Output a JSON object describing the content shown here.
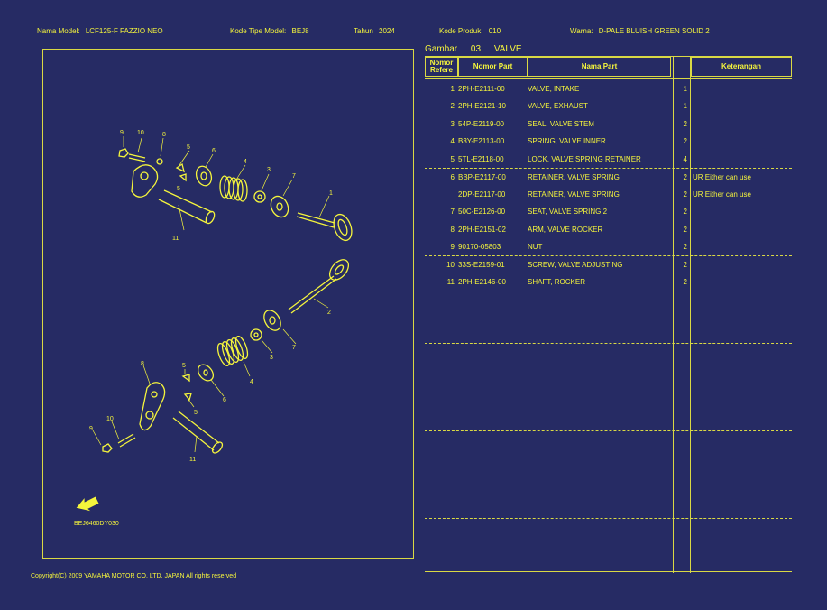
{
  "header": {
    "model_label": "Nama Model:",
    "model_value": "LCF125-F FAZZIO NEO",
    "type_label": "Kode Tipe Model:",
    "type_value": "BEJ8",
    "year_label": "Tahun",
    "year_value": "2024",
    "product_label": "Kode Produk:",
    "product_value": "010",
    "color_label": "Warna:",
    "color_value": "D-PALE BLUISH GREEN SOLID 2"
  },
  "diagram": {
    "figure_code": "BEJ6460DY030",
    "callouts": [
      "1",
      "2",
      "3",
      "4",
      "5",
      "6",
      "7",
      "8",
      "9",
      "10",
      "11"
    ]
  },
  "copyright": "Copyright(C) 2009 YAMAHA MOTOR CO. LTD. JAPAN All rights reserved",
  "figure": {
    "label": "Gambar",
    "number": "03",
    "name": "VALVE"
  },
  "table": {
    "headers": {
      "ref_line1": "Nomor",
      "ref_line2": "Refere",
      "part_no": "Nomor Part",
      "part_name": "Nama Part",
      "note": "Keterangan"
    },
    "rows": [
      {
        "ref": "1",
        "part_no": "2PH-E2111-00",
        "name": "VALVE, INTAKE",
        "qty": "1",
        "note": ""
      },
      {
        "ref": "2",
        "part_no": "2PH-E2121-10",
        "name": "VALVE, EXHAUST",
        "qty": "1",
        "note": ""
      },
      {
        "ref": "3",
        "part_no": "54P-E2119-00",
        "name": "SEAL, VALVE STEM",
        "qty": "2",
        "note": ""
      },
      {
        "ref": "4",
        "part_no": "B3Y-E2113-00",
        "name": "SPRING, VALVE INNER",
        "qty": "2",
        "note": ""
      },
      {
        "ref": "5",
        "part_no": "5TL-E2118-00",
        "name": "LOCK, VALVE SPRING RETAINER",
        "qty": "4",
        "note": ""
      },
      {
        "ref": "6",
        "part_no": "BBP-E2117-00",
        "name": "RETAINER, VALVE SPRING",
        "qty": "2",
        "note": "UR Either can use"
      },
      {
        "ref": "",
        "part_no": "2DP-E2117-00",
        "name": "RETAINER, VALVE SPRING",
        "qty": "2",
        "note": "UR Either can use"
      },
      {
        "ref": "7",
        "part_no": "50C-E2126-00",
        "name": "SEAT, VALVE SPRING 2",
        "qty": "2",
        "note": ""
      },
      {
        "ref": "8",
        "part_no": "2PH-E2151-02",
        "name": "ARM, VALVE ROCKER",
        "qty": "2",
        "note": ""
      },
      {
        "ref": "9",
        "part_no": "90170-05803",
        "name": "NUT",
        "qty": "2",
        "note": ""
      },
      {
        "ref": "10",
        "part_no": "33S-E2159-01",
        "name": "SCREW, VALVE ADJUSTING",
        "qty": "2",
        "note": ""
      },
      {
        "ref": "11",
        "part_no": "2PH-E2146-00",
        "name": "SHAFT, ROCKER",
        "qty": "2",
        "note": ""
      }
    ]
  }
}
